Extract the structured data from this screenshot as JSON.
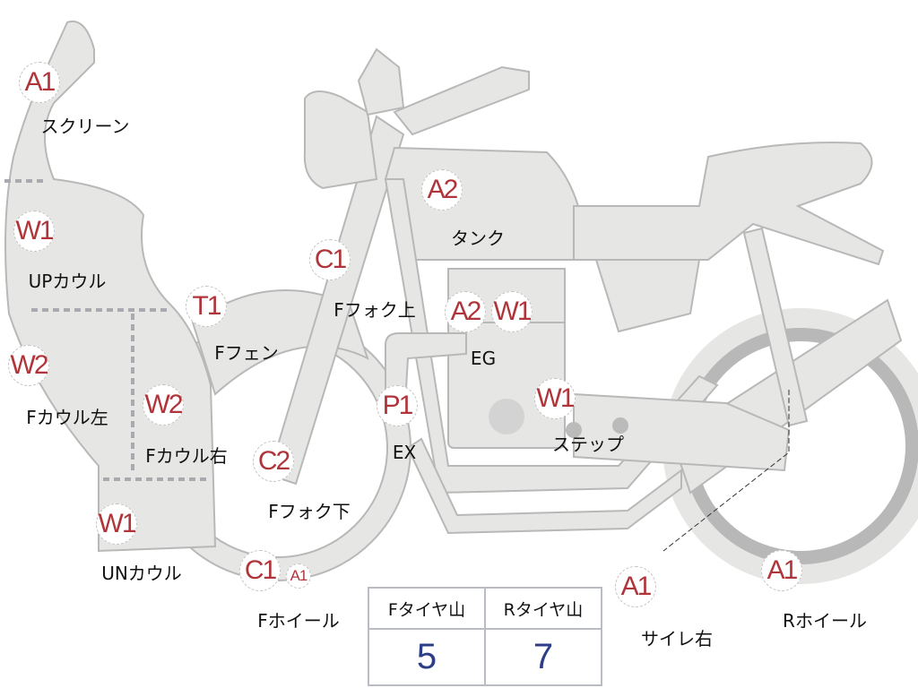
{
  "colors": {
    "part_fill": "#e6e6e4",
    "part_stroke": "#b8b8b8",
    "badge_text": "#b0353a",
    "value_text": "#2c3f86"
  },
  "parts": [
    {
      "badge": "A1",
      "label": "スクリーン"
    },
    {
      "badge": "W1",
      "label": "UPカウル"
    },
    {
      "badge": "W2",
      "label": "Fカウル左"
    },
    {
      "badge": "W2",
      "label": "Fカウル右"
    },
    {
      "badge": "W1",
      "label": "UNカウル"
    },
    {
      "badge": "T1",
      "label": "Fフェン"
    },
    {
      "badge": "C1",
      "label": "Fフォク上"
    },
    {
      "badge": "C2",
      "label": "Fフォク下"
    },
    {
      "badge": "C1",
      "badge2": "A1",
      "label": "Fホイール"
    },
    {
      "badge": "A2",
      "label": "タンク"
    },
    {
      "badge": "A2",
      "badge2": "W1",
      "label": "EG"
    },
    {
      "badge": "P1",
      "label": "EX"
    },
    {
      "badge": "W1",
      "label": "ステップ"
    },
    {
      "badge": "A1",
      "label": "サイレ右"
    },
    {
      "badge": "A1",
      "label": "Rホイール"
    }
  ],
  "tire_table": {
    "headers": [
      "Fタイヤ山",
      "Rタイヤ山"
    ],
    "values": [
      "5",
      "7"
    ]
  }
}
